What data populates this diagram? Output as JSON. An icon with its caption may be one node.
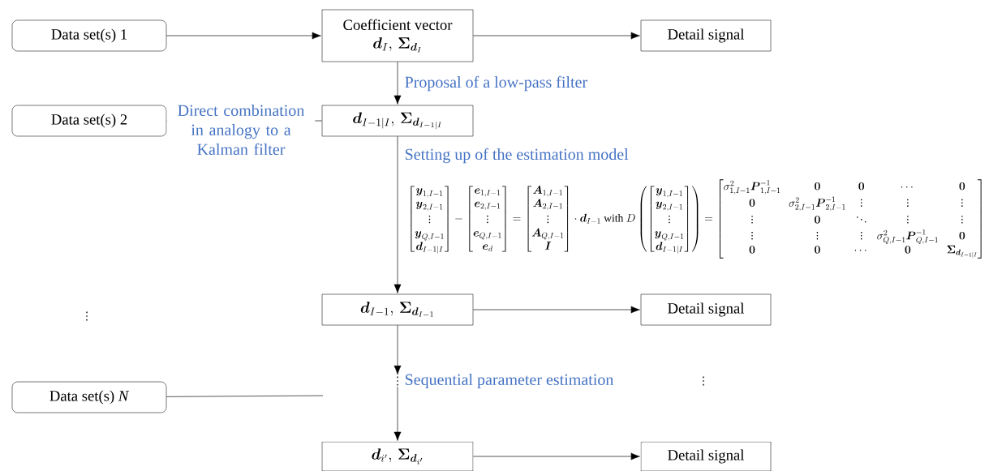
{
  "diagram": {
    "nodes": [
      {
        "text": [
          "Data set(s) 1"
        ]
      },
      {
        "text": [
          "Coefficient vector",
          "\\boldsymbol{d}_I,\\, \\boldsymbol{\\Sigma}_{\\boldsymbol{d}_I}"
        ]
      },
      {
        "text": [
          "Detail signal"
        ]
      },
      {
        "text": [
          "Data set(s) 2"
        ]
      },
      {
        "text": [
          "\\boldsymbol{d}_{I-1|I},\\, \\boldsymbol{\\Sigma}_{\\boldsymbol{d}_{I-1|I}}"
        ]
      },
      {
        "text": [
          "\\boldsymbol{d}_{I-1},\\, \\boldsymbol{\\Sigma}_{\\boldsymbol{d}_{I-1}}"
        ]
      },
      {
        "text": [
          "Detail signal"
        ]
      },
      {
        "text": [
          "⋮"
        ],
        "beside": [
          "Sequential parameter estimation"
        ]
      },
      {
        "text": [
          "Data set(s) *N*"
        ]
      },
      {
        "text": [
          "\\boldsymbol{d}_{i'},\\, \\boldsymbol{\\Sigma}_{\\boldsymbol{d}_{i'}}"
        ]
      },
      {
        "text": [
          "Detail signal"
        ]
      }
    ],
    "edges": [
      {
        "from": 0,
        "to": 1,
        "arrow": "to"
      },
      {
        "from": 1,
        "to": 2,
        "arrow": "to"
      },
      {
        "from": 1,
        "to": 4,
        "arrow": "to",
        "label": "Proposal of a low-pass filter"
      },
      {
        "from": 3,
        "to": 4,
        "arrow": "none",
        "label": "Direct combination in analogy to a Kalman filter"
      },
      {
        "from": 4,
        "to": 5,
        "arrow": "to",
        "label": "Setting up of the estimation model"
      },
      {
        "from": 5,
        "to": 6,
        "arrow": "to"
      },
      {
        "from": 5,
        "to": 7,
        "arrow": "to"
      },
      {
        "from": 7,
        "to": 9,
        "arrow": "to"
      },
      {
        "from": 8,
        "to": null,
        "arrow": "none"
      },
      {
        "from": 9,
        "to": 10,
        "arrow": "to"
      }
    ],
    "labels": [
      "⋮",
      "\\begin{bmatrix}\\boldsymbol{y}_{1,I-1}\\\\ \\boldsymbol{y}_{2,I-1}\\\\ \\vdots\\\\ \\boldsymbol{y}_{Q,I-1}\\\\ \\boldsymbol{d}_{I-1|I}\\end{bmatrix} - \\begin{bmatrix}\\boldsymbol{e}_{1,I-1}\\\\ \\boldsymbol{e}_{2,I-1}\\\\ \\vdots\\\\ \\boldsymbol{e}_{Q,I-1}\\\\ \\boldsymbol{e}_d\\end{bmatrix} = \\begin{bmatrix}\\boldsymbol{A}_{1,I-1}\\\\ \\boldsymbol{A}_{2,I-1}\\\\ \\vdots\\\\ \\boldsymbol{A}_{Q,I-1}\\\\ \\boldsymbol{I}\\end{bmatrix}\\cdot \\boldsymbol{d}_{I-1}\\ \\text{with}\\ D\\left(\\begin{bmatrix}\\boldsymbol{y}_{1,I-1}\\\\ \\boldsymbol{y}_{2,I-1}\\\\ \\vdots\\\\ \\boldsymbol{y}_{Q,I-1}\\\\ \\boldsymbol{d}_{I-1|I}\\end{bmatrix}\\right) = \\begin{bmatrix}\\sigma^2_{1,I-1}\\boldsymbol{P}^{-1}_{1,I-1} & \\boldsymbol{0} & \\boldsymbol{0} & \\cdots & \\boldsymbol{0}\\\\ \\boldsymbol{0} & \\sigma^2_{2,I-1}\\boldsymbol{P}^{-1}_{2,I-1} & \\vdots & \\vdots & \\vdots\\\\ \\vdots & \\boldsymbol{0} & \\ddots & \\vdots & \\vdots\\\\ \\vdots & \\vdots & \\vdots & \\sigma^2_{Q,I-1}\\boldsymbol{P}^{-1}_{Q,I-1} & \\boldsymbol{0}\\\\ \\boldsymbol{0} & \\boldsymbol{0} & \\cdots & \\boldsymbol{0} & \\boldsymbol{\\Sigma}_{\\boldsymbol{d}_{I-1|I}}\\end{bmatrix}",
      "⋮"
    ]
  }
}
